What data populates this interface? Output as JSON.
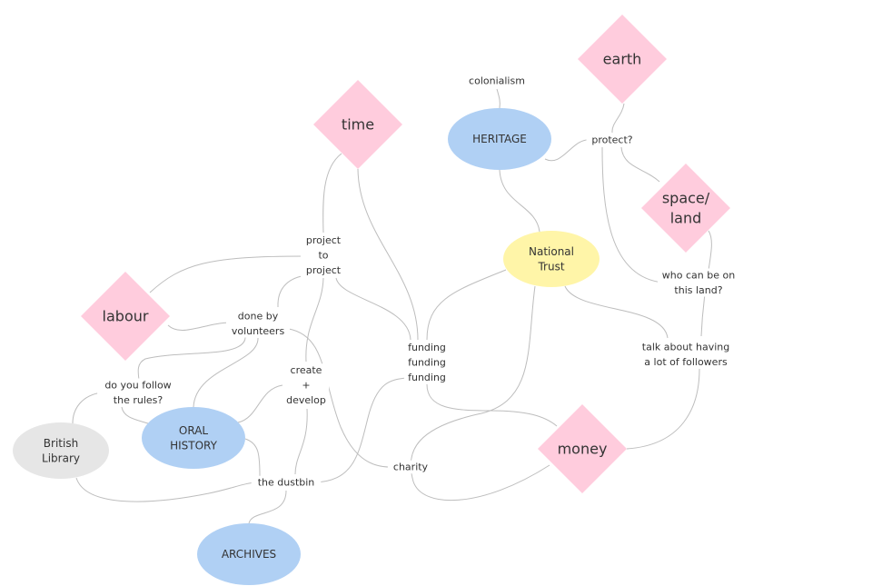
{
  "diagram": {
    "type": "mind-map",
    "colors": {
      "diamond": "#ffccdd",
      "blue_ellipse": "#b0d0f4",
      "yellow_ellipse": "#fff5a8",
      "grey_ellipse": "#e6e6e6",
      "edge": "#bdbdbd",
      "text": "#333333"
    },
    "nodes": [
      {
        "id": "time",
        "shape": "diamond",
        "color": "#ffccdd",
        "lines": [
          "time"
        ]
      },
      {
        "id": "earth",
        "shape": "diamond",
        "color": "#ffccdd",
        "lines": [
          "earth"
        ]
      },
      {
        "id": "space_land",
        "shape": "diamond",
        "color": "#ffccdd",
        "lines": [
          "space/",
          "land"
        ]
      },
      {
        "id": "labour",
        "shape": "diamond",
        "color": "#ffccdd",
        "lines": [
          "labour"
        ]
      },
      {
        "id": "money",
        "shape": "diamond",
        "color": "#ffccdd",
        "lines": [
          "money"
        ]
      },
      {
        "id": "heritage",
        "shape": "ellipse",
        "color": "#b0d0f4",
        "lines": [
          "HERITAGE"
        ]
      },
      {
        "id": "national_trust",
        "shape": "ellipse",
        "color": "#fff5a8",
        "lines": [
          "National",
          "Trust"
        ]
      },
      {
        "id": "oral_history",
        "shape": "ellipse",
        "color": "#b0d0f4",
        "lines": [
          "ORAL",
          "HISTORY"
        ]
      },
      {
        "id": "archives",
        "shape": "ellipse",
        "color": "#b0d0f4",
        "lines": [
          "ARCHIVES"
        ]
      },
      {
        "id": "british_library",
        "shape": "ellipse",
        "color": "#e6e6e6",
        "lines": [
          "British",
          "Library"
        ]
      },
      {
        "id": "colonialism",
        "shape": "text",
        "lines": [
          "colonialism"
        ]
      },
      {
        "id": "protect",
        "shape": "text",
        "lines": [
          "protect?"
        ]
      },
      {
        "id": "who_can",
        "shape": "text",
        "lines": [
          "who can be on",
          "this land?"
        ]
      },
      {
        "id": "talk_about",
        "shape": "text",
        "lines": [
          "talk about having",
          "a lot of followers"
        ]
      },
      {
        "id": "project",
        "shape": "text",
        "lines": [
          "project",
          "to",
          "project"
        ]
      },
      {
        "id": "done_by",
        "shape": "text",
        "lines": [
          "done by",
          "volunteers"
        ]
      },
      {
        "id": "follow_rules",
        "shape": "text",
        "lines": [
          "do you follow",
          "the rules?"
        ]
      },
      {
        "id": "create",
        "shape": "text",
        "lines": [
          "create",
          "+",
          "develop"
        ]
      },
      {
        "id": "funding",
        "shape": "text",
        "lines": [
          "funding",
          "funding",
          "funding"
        ]
      },
      {
        "id": "charity",
        "shape": "text",
        "lines": [
          "charity"
        ]
      },
      {
        "id": "dustbin",
        "shape": "text",
        "lines": [
          "the dustbin"
        ]
      }
    ],
    "edges": [
      {
        "from": "colonialism",
        "to": "heritage"
      },
      {
        "from": "heritage",
        "to": "protect"
      },
      {
        "from": "earth",
        "to": "protect"
      },
      {
        "from": "protect",
        "to": "space_land"
      },
      {
        "from": "protect",
        "to": "who_can"
      },
      {
        "from": "space_land",
        "to": "talk_about"
      },
      {
        "from": "talk_about",
        "to": "money"
      },
      {
        "from": "heritage",
        "to": "national_trust"
      },
      {
        "from": "national_trust",
        "to": "talk_about"
      },
      {
        "from": "national_trust",
        "to": "funding"
      },
      {
        "from": "national_trust",
        "to": "charity"
      },
      {
        "from": "time",
        "to": "project"
      },
      {
        "from": "time",
        "to": "funding"
      },
      {
        "from": "labour",
        "to": "project"
      },
      {
        "from": "project",
        "to": "done_by"
      },
      {
        "from": "project",
        "to": "funding"
      },
      {
        "from": "project",
        "to": "create"
      },
      {
        "from": "labour",
        "to": "done_by"
      },
      {
        "from": "done_by",
        "to": "follow_rules"
      },
      {
        "from": "done_by",
        "to": "oral_history"
      },
      {
        "from": "done_by",
        "to": "charity"
      },
      {
        "from": "follow_rules",
        "to": "british_library"
      },
      {
        "from": "follow_rules",
        "to": "oral_history"
      },
      {
        "from": "create",
        "to": "oral_history"
      },
      {
        "from": "create",
        "to": "dustbin"
      },
      {
        "from": "oral_history",
        "to": "dustbin"
      },
      {
        "from": "british_library",
        "to": "dustbin"
      },
      {
        "from": "dustbin",
        "to": "archives"
      },
      {
        "from": "dustbin",
        "to": "funding"
      },
      {
        "from": "funding",
        "to": "money"
      },
      {
        "from": "charity",
        "to": "money"
      }
    ]
  }
}
